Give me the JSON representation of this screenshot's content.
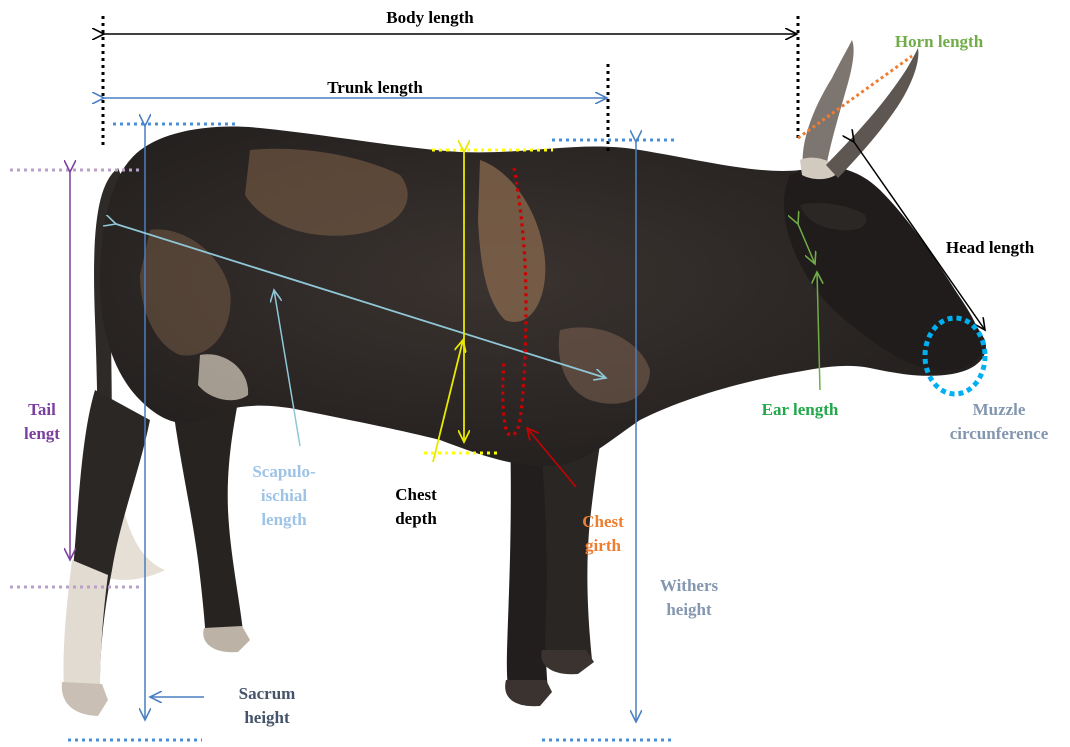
{
  "labels": {
    "body_length": "Body length",
    "trunk_length": "Trunk length",
    "horn_length": "Horn length",
    "head_length": "Head length",
    "ear_length": "Ear length",
    "muzzle_line1": "Muzzle",
    "muzzle_line2": "circunference",
    "tail_line1": "Tail",
    "tail_line2": "lengt",
    "scapulo_line1": "Scapulo-",
    "scapulo_line2": "ischial",
    "scapulo_line3": "length",
    "chest_depth_line1": "Chest",
    "chest_depth_line2": "depth",
    "chest_girth_line1": "Chest",
    "chest_girth_line2": "girth",
    "withers_line1": "Withers",
    "withers_line2": "height",
    "sacrum_line1": "Sacrum",
    "sacrum_line2": "height"
  },
  "colors": {
    "black": "#000000",
    "blue": "#4a7fc1",
    "dotted_blue": "#4a8fd8",
    "light_blue": "#8fc7d6",
    "purple": "#7b3fa0",
    "light_purple": "#b9a0c8",
    "yellow": "#ffff00",
    "red": "#cc0000",
    "orange": "#ed7d31",
    "green": "#70ad47",
    "ear_green": "#22a84a",
    "cyan": "#00b0f0",
    "gray_blue": "#8497b0",
    "cow_dark": "#2a2624",
    "cow_brown": "#8a6a4e",
    "cow_light": "#d8cfc4"
  }
}
